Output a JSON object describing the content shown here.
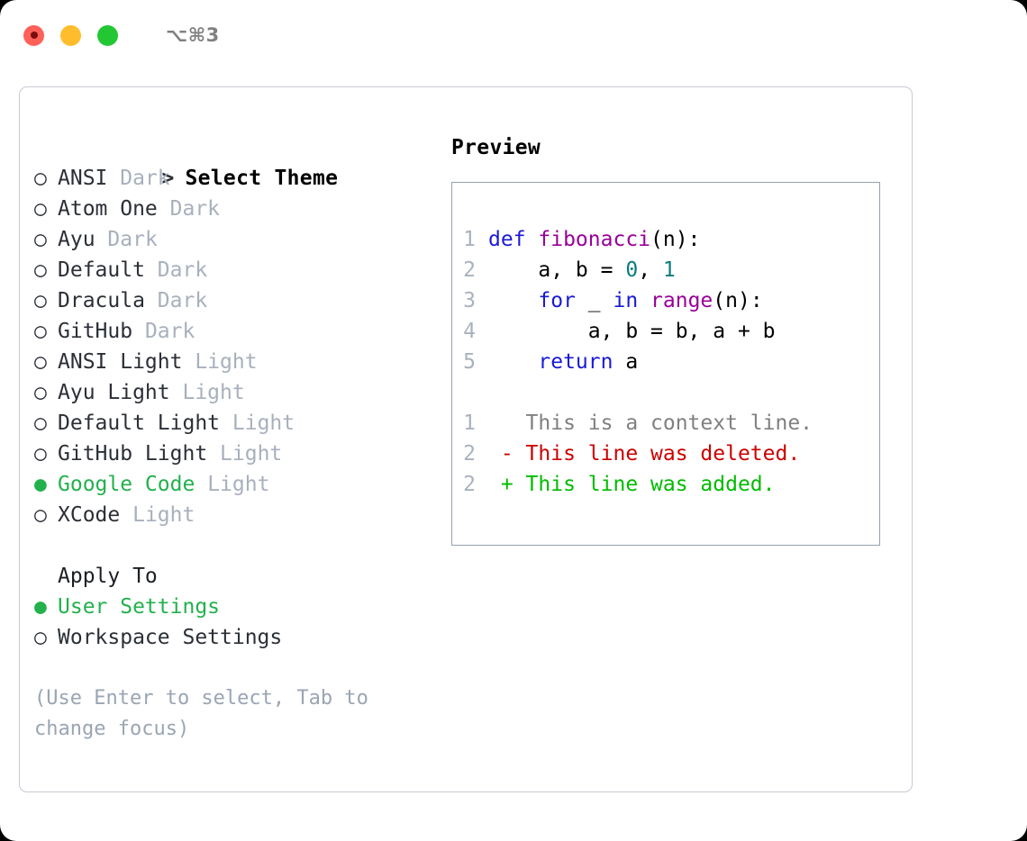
{
  "titlebar": {
    "shortcut": "⌥⌘3",
    "buttons": [
      {
        "name": "close",
        "color": "#ff6159"
      },
      {
        "name": "minimize",
        "color": "#ffbd2e"
      },
      {
        "name": "zoom",
        "color": "#23c733"
      }
    ]
  },
  "theme_picker": {
    "prompt": ">",
    "heading": "Select Theme",
    "selected_marker": "●",
    "unselected_marker": "○",
    "selected_color": "#22b14c",
    "variant_color": "#a8b0bd",
    "items": [
      {
        "marker": "○",
        "label": "ANSI",
        "variant": "Dark",
        "selected": false
      },
      {
        "marker": "○",
        "label": "Atom One",
        "variant": "Dark",
        "selected": false
      },
      {
        "marker": "○",
        "label": "Ayu",
        "variant": "Dark",
        "selected": false
      },
      {
        "marker": "○",
        "label": "Default",
        "variant": "Dark",
        "selected": false
      },
      {
        "marker": "○",
        "label": "Dracula",
        "variant": "Dark",
        "selected": false
      },
      {
        "marker": "○",
        "label": "GitHub",
        "variant": "Dark",
        "selected": false
      },
      {
        "marker": "○",
        "label": "ANSI Light",
        "variant": "Light",
        "selected": false
      },
      {
        "marker": "○",
        "label": "Ayu Light",
        "variant": "Light",
        "selected": false
      },
      {
        "marker": "○",
        "label": "Default Light",
        "variant": "Light",
        "selected": false
      },
      {
        "marker": "○",
        "label": "GitHub Light",
        "variant": "Light",
        "selected": false
      },
      {
        "marker": "●",
        "label": "Google Code",
        "variant": "Light",
        "selected": true
      },
      {
        "marker": "○",
        "label": "XCode",
        "variant": "Light",
        "selected": false
      }
    ]
  },
  "apply_to": {
    "heading": "Apply To",
    "items": [
      {
        "marker": "●",
        "label": "User Settings",
        "selected": true
      },
      {
        "marker": "○",
        "label": "Workspace Settings",
        "selected": false
      }
    ]
  },
  "hint": "(Use Enter to select, Tab to change focus)",
  "preview": {
    "title": "Preview",
    "code_lines": [
      {
        "ln": "1",
        "tokens": [
          {
            "t": "def ",
            "c": "tok-kw"
          },
          {
            "t": "fibonacci",
            "c": "tok-fn"
          },
          {
            "t": "(n):",
            "c": "tok-pl"
          }
        ]
      },
      {
        "ln": "2",
        "tokens": [
          {
            "t": "    a, b = ",
            "c": "tok-pl"
          },
          {
            "t": "0",
            "c": "tok-num"
          },
          {
            "t": ", ",
            "c": "tok-pl"
          },
          {
            "t": "1",
            "c": "tok-num"
          }
        ]
      },
      {
        "ln": "3",
        "tokens": [
          {
            "t": "    ",
            "c": "tok-pl"
          },
          {
            "t": "for",
            "c": "tok-kw"
          },
          {
            "t": " _ ",
            "c": "tok-pl"
          },
          {
            "t": "in",
            "c": "tok-kw"
          },
          {
            "t": " ",
            "c": "tok-pl"
          },
          {
            "t": "range",
            "c": "tok-fn"
          },
          {
            "t": "(n):",
            "c": "tok-pl"
          }
        ]
      },
      {
        "ln": "4",
        "tokens": [
          {
            "t": "        a, b = b, a + b",
            "c": "tok-pl"
          }
        ]
      },
      {
        "ln": "5",
        "tokens": [
          {
            "t": "    ",
            "c": "tok-pl"
          },
          {
            "t": "return",
            "c": "tok-kw"
          },
          {
            "t": " a",
            "c": "tok-pl"
          }
        ]
      }
    ],
    "diff_lines": [
      {
        "ln": "1",
        "tokens": [
          {
            "t": "   This is a context line.",
            "c": "tok-ctx"
          }
        ]
      },
      {
        "ln": "2",
        "tokens": [
          {
            "t": " - This line was deleted.",
            "c": "tok-del"
          }
        ]
      },
      {
        "ln": "2",
        "tokens": [
          {
            "t": " + This line was added.",
            "c": "tok-add"
          }
        ]
      }
    ]
  }
}
